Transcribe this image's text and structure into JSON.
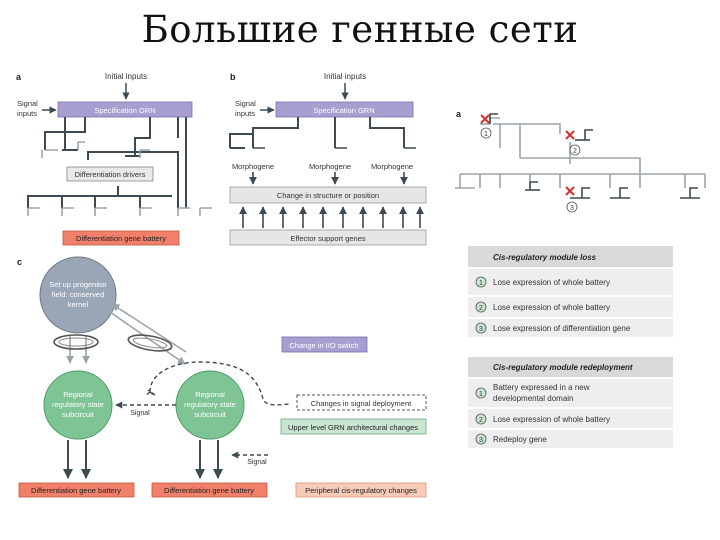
{
  "slide": {
    "title": "Большие генные сети"
  },
  "panel_a": {
    "letter": "a",
    "initial_inputs": "Initial inputs",
    "signal_inputs": [
      "Signal",
      "inputs"
    ],
    "spec_grn": "Specification GRN",
    "diff_drivers": "Differentiation drivers",
    "diff_battery": "Differentiation gene battery"
  },
  "panel_b": {
    "letter": "b",
    "initial_inputs": "Initial inputs",
    "signal_inputs": [
      "Signal",
      "inputs"
    ],
    "spec_grn": "Specification GRN",
    "morphogene": "Morphogene",
    "change_structure": "Change in structure or position",
    "effector_genes": "Effector support genes"
  },
  "panel_c": {
    "letter": "c",
    "progenitor": [
      "Set up progenitor",
      "field: conserved",
      "kernel"
    ],
    "regional": [
      "Regional",
      "regulatory state",
      "subcircuit"
    ],
    "signal": "Signal",
    "change_io": "Change in I/O switch",
    "changes_signal": "Changes in signal deployment",
    "upper_level": "Upper level GRN architectural changes",
    "diff_battery": "Differentiation gene battery",
    "peripheral": "Peripheral cis-regulatory changes"
  },
  "panel_right": {
    "letter": "a",
    "markers": [
      "1",
      "2",
      "3"
    ]
  },
  "table_loss": {
    "header": "Cis-regulatory module loss",
    "rows": [
      {
        "num": "1",
        "text": "Lose expression of whole battery"
      },
      {
        "num": "2",
        "text": "Lose expression of whole battery"
      },
      {
        "num": "3",
        "text": "Lose expression of differentiation gene"
      }
    ]
  },
  "table_redeploy": {
    "header": "Cis-regulatory module redeployment",
    "rows": [
      {
        "num": "1",
        "text1": "Battery expressed in a new",
        "text2": "developmental domain"
      },
      {
        "num": "2",
        "text1": "Lose expression of whole battery",
        "text2": ""
      },
      {
        "num": "3",
        "text1": "Redeploy gene",
        "text2": ""
      }
    ]
  },
  "colors": {
    "purple_box": "#a89fd0",
    "salmon_box": "#f0806a",
    "peach_box": "#f7cbb8",
    "green_box": "#c9e6d2",
    "green_circle": "#7fc495",
    "gray_circle": "#9aa6b6",
    "gray_box": "#e6e6e6",
    "table_header": "#d9d9d9",
    "table_row": "#eeeeee",
    "red_x": "#d9302a"
  }
}
